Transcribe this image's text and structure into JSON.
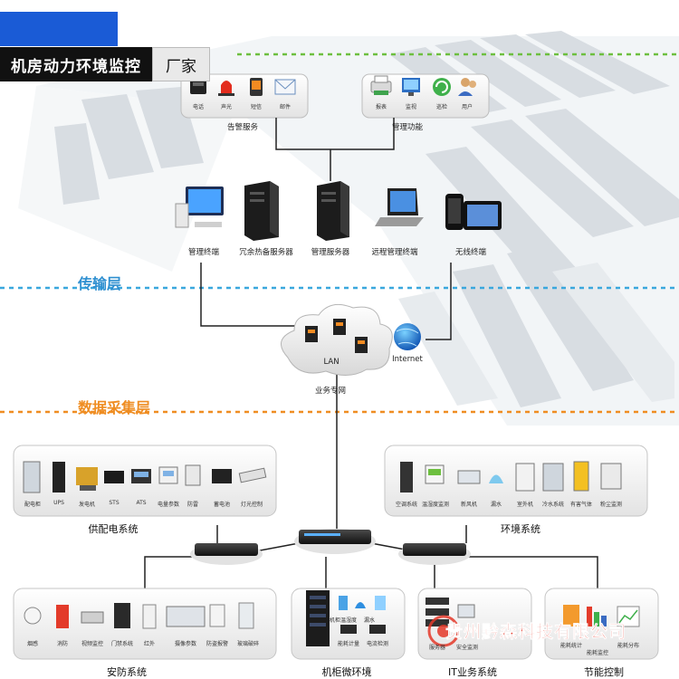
{
  "header": {
    "title": "机房动力环境监控",
    "tag": "厂家"
  },
  "layers": {
    "transport": "传输层",
    "collection": "数据采集层"
  },
  "top_groups": {
    "alarm": {
      "title": "告警服务",
      "items": [
        "电话",
        "声光",
        "短信",
        "邮件"
      ]
    },
    "manage": {
      "title": "管理功能",
      "items": [
        "报表",
        "监视",
        "巡检",
        "用户"
      ]
    }
  },
  "terminals": [
    "管理终端",
    "冗余热备服务器",
    "管理服务器",
    "远程管理终端",
    "无线终端"
  ],
  "network": {
    "lan": "LAN",
    "internet": "Internet",
    "caption": "业务专网"
  },
  "power_panel": {
    "title": "供配电系统",
    "items": [
      "配电柜",
      "UPS",
      "发电机",
      "STS",
      "ATS",
      "电量参数",
      "防雷",
      "蓄电池",
      "灯光控制"
    ]
  },
  "env_panel": {
    "title": "环境系统",
    "items": [
      "空调系统",
      "温湿度监测",
      "新风机",
      "漏水",
      "室外机",
      "冷水系统",
      "有害气体",
      "粉尘监测"
    ]
  },
  "security_panel": {
    "title": "安防系统",
    "items": [
      "烟感",
      "消防",
      "视频监控",
      "门禁系统",
      "红外",
      "摄像参数",
      "防盗报警",
      "玻璃破碎"
    ]
  },
  "cabinet_panel": {
    "title": "机柜微环境",
    "items": [
      "机柜温湿度",
      "漏水",
      "能耗计量",
      "电流检测"
    ]
  },
  "it_panel": {
    "title": "IT业务系统",
    "items": [
      "服务器",
      "安全监测"
    ]
  },
  "energy_panel": {
    "title": "节能控制",
    "items": [
      "能耗统计",
      "能耗监控",
      "能耗分布"
    ]
  },
  "watermark": "贵州黔森科技有限公司",
  "colors": {
    "green_line": "#6dbf3f",
    "blue_line": "#3aa7dd",
    "orange_line": "#ef8d22",
    "transport_label": "#2e8fd0",
    "collection_label": "#ef8d22",
    "company": "#e5392a"
  }
}
